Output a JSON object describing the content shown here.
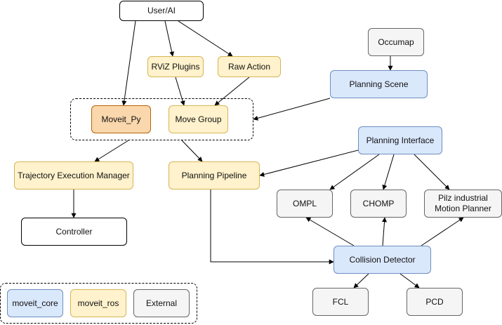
{
  "nodes": {
    "user_ai": "User/AI",
    "rviz_plugins": "RViZ Plugins",
    "raw_action": "Raw Action",
    "occumap": "Occumap",
    "planning_scene": "Planning Scene",
    "moveit_py": "Moveit_Py",
    "move_group": "Move Group",
    "planning_interface": "Planning Interface",
    "trajectory_execution_manager": "Trajectory Execution Manager",
    "planning_pipeline": "Planning Pipeline",
    "ompl": "OMPL",
    "chomp": "CHOMP",
    "pilz": "Pilz industrial\nMotion Planner",
    "controller": "Controller",
    "collision_detector": "Collision Detector",
    "fcl": "FCL",
    "pcd": "PCD"
  },
  "legend": {
    "moveit_core": "moveit_core",
    "moveit_ros": "moveit_ros",
    "external": "External"
  },
  "colors": {
    "moveit_core_fill": "#dae8fc",
    "moveit_core_stroke": "#6c8ebf",
    "moveit_ros_fill": "#fff2cc",
    "moveit_ros_stroke": "#d6b656",
    "external_fill": "#f5f5f5",
    "external_stroke": "#666666",
    "highlight_fill": "#fad7ac",
    "highlight_stroke": "#b46504"
  }
}
